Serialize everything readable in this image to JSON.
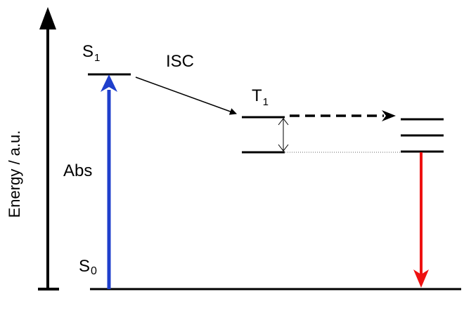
{
  "diagram": {
    "axis_label": "Energy  / a.u.",
    "states": {
      "s1": {
        "symbol": "S",
        "subscript": "1"
      },
      "t1": {
        "symbol": "T",
        "subscript": "1"
      },
      "s0": {
        "symbol": "S",
        "subscript": "0"
      }
    },
    "transitions": {
      "isc": "ISC",
      "abs": "Abs"
    },
    "colors": {
      "absorption_arrow": "#1f3fcc",
      "emission_arrow": "#ee1111",
      "lines": "#000000"
    }
  }
}
